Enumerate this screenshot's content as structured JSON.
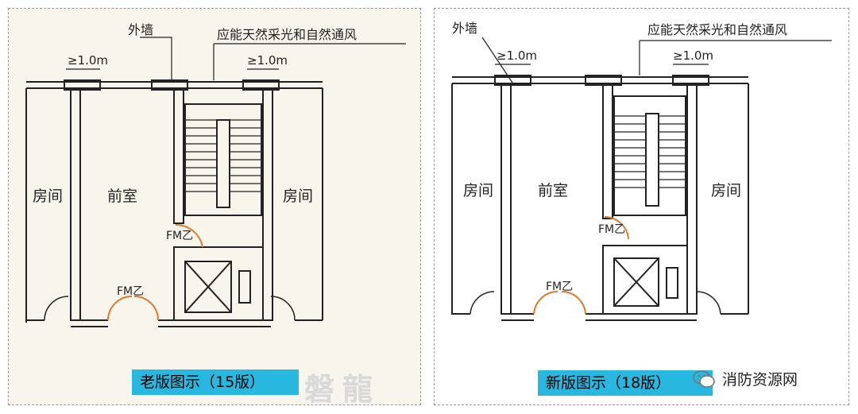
{
  "left_panel": {
    "caption": "老版图示（15版）",
    "watermark": "磐龍",
    "labels": {
      "outer_wall": "外墙",
      "ventilation": "应能天然采光和自然通风",
      "dim_left": "≥1.0m",
      "dim_right": "≥1.0m",
      "room_left": "房间",
      "anteroom": "前室",
      "room_right": "房间",
      "door_stair": "FM乙",
      "door_ante": "FM乙"
    }
  },
  "right_panel": {
    "caption": "新版图示（18版）",
    "brand": "消防资源网",
    "labels": {
      "outer_wall": "外墙",
      "ventilation": "应能天然采光和自然通风",
      "dim_left": "≥1.0m",
      "dim_right": "≥1.0m",
      "room_left": "房间",
      "anteroom": "前室",
      "room_right": "房间",
      "door_stair": "FM乙",
      "door_ante": "FM乙"
    }
  },
  "colors": {
    "caption_bg": "#27b7df",
    "door_highlight": "#e07a2a",
    "line": "#222222",
    "old_bg": "#f7f5ec"
  }
}
